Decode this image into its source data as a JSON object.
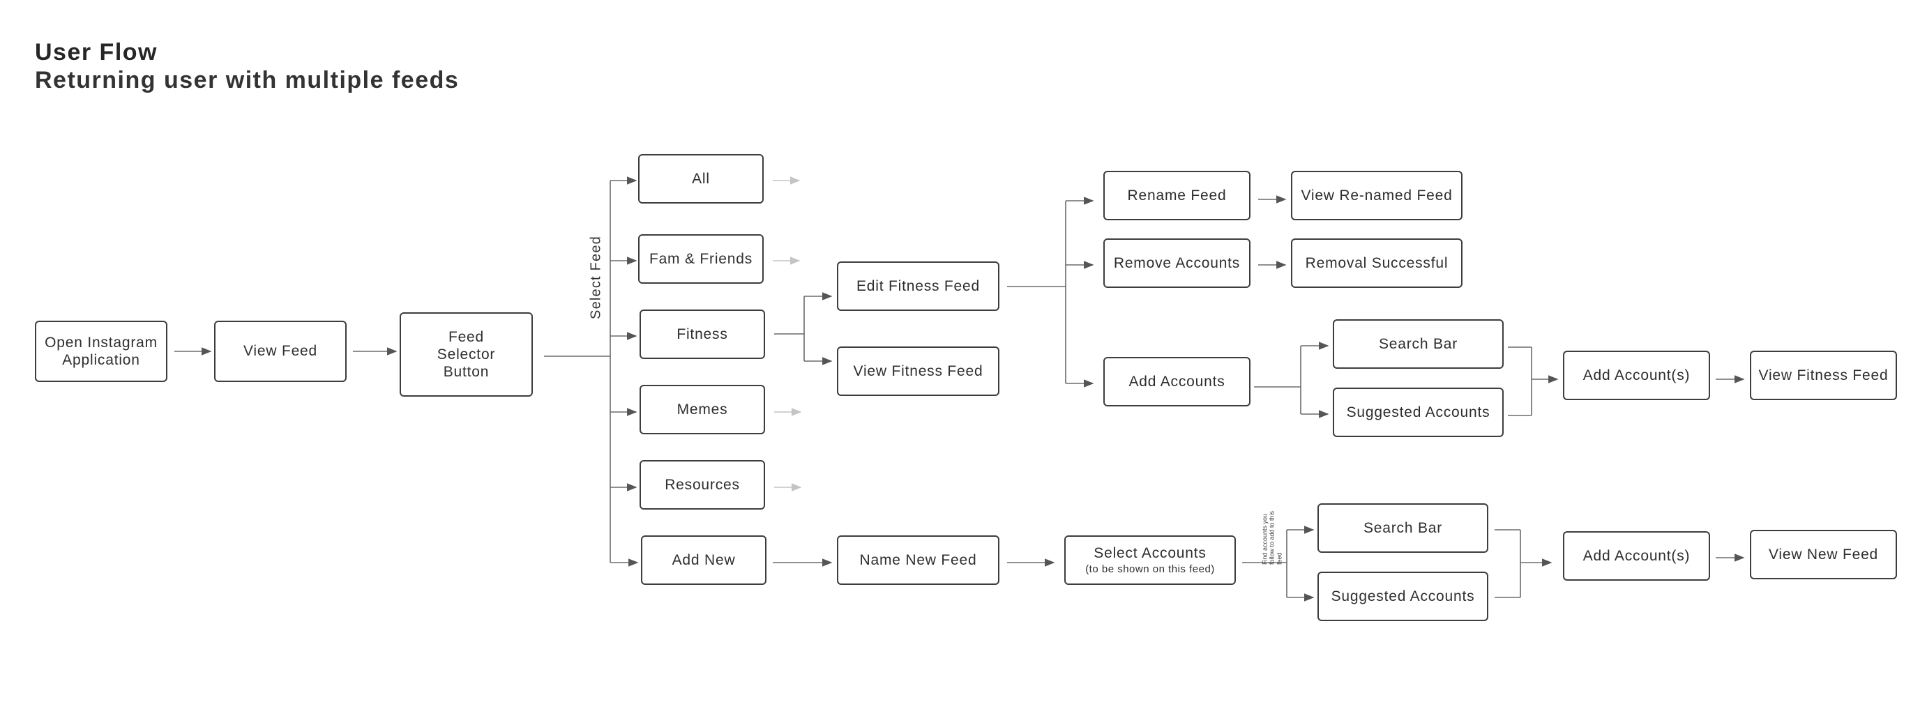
{
  "header": {
    "title": "User Flow",
    "subtitle": "Returning user with multiple feeds"
  },
  "labels": {
    "select_feed": "Select Feed",
    "find_accounts_note": "Find accounts you follow to add to this feed"
  },
  "nodes": {
    "open_instagram": "Open Instagram Application",
    "view_feed": "View Feed",
    "feed_selector": "Feed Selector Button",
    "all": "All",
    "fam_friends": "Fam & Friends",
    "fitness": "Fitness",
    "memes": "Memes",
    "resources": "Resources",
    "add_new": "Add New",
    "edit_fitness_feed": "Edit Fitness Feed",
    "view_fitness_feed_mid": "View Fitness Feed",
    "rename_feed": "Rename Feed",
    "view_renamed_feed": "View Re-named Feed",
    "remove_accounts": "Remove Accounts",
    "removal_successful": "Removal Successful",
    "add_accounts": "Add Accounts",
    "search_bar_top": "Search Bar",
    "suggested_accounts_top": "Suggested Accounts",
    "add_accounts_result_top": "Add Account(s)",
    "view_fitness_feed_end": "View Fitness Feed",
    "name_new_feed": "Name New Feed",
    "select_accounts": "Select Accounts",
    "select_accounts_sub": "(to be shown on this feed)",
    "search_bar_bottom": "Search Bar",
    "suggested_accounts_bottom": "Suggested Accounts",
    "add_accounts_result_bottom": "Add Account(s)",
    "view_new_feed": "View New Feed"
  },
  "colors": {
    "line": "#6b6b6b",
    "faded_arrow": "#c4c4c4",
    "border": "#3d3d3d"
  }
}
